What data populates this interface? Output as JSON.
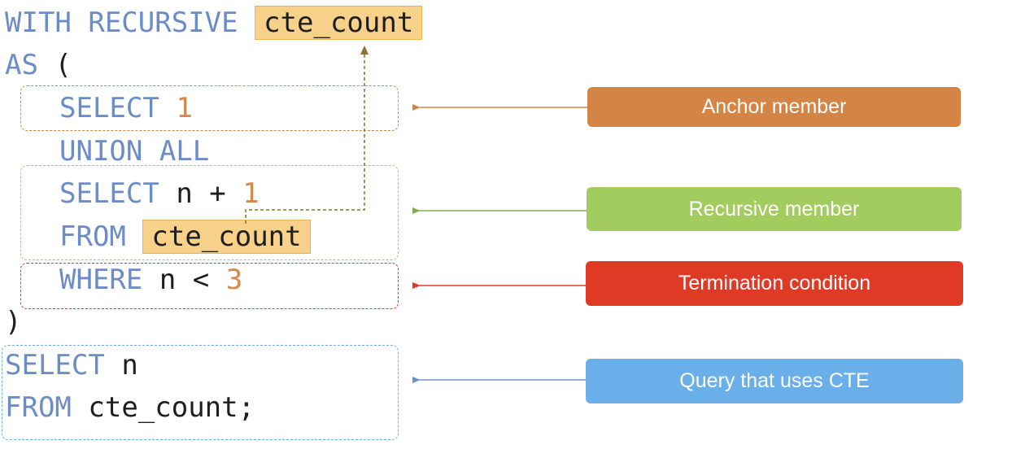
{
  "code": {
    "line1": {
      "kw": "WITH RECURSIVE",
      "name": "cte_count"
    },
    "line2": {
      "kw": "AS",
      "paren": "("
    },
    "line3": {
      "kw": "SELECT",
      "num": "1"
    },
    "line4": {
      "kw": "UNION ALL"
    },
    "line5": {
      "kw": "SELECT",
      "expr": "n +",
      "num": "1"
    },
    "line6": {
      "kw": "FROM",
      "name": "cte_count"
    },
    "line7": {
      "kw": "WHERE",
      "expr": "n <",
      "num": "3"
    },
    "line8": {
      "paren": ")"
    },
    "line9": {
      "kw": "SELECT",
      "expr": "n"
    },
    "line10": {
      "kw": "FROM",
      "expr": "cte_count;"
    }
  },
  "labels": {
    "anchor": "Anchor member",
    "recursive": "Recursive member",
    "termination": "Termination condition",
    "query": "Query that uses CTE"
  },
  "colors": {
    "keyword": "#6b8cc7",
    "number": "#d6884a",
    "highlight": "#f7d08a",
    "anchor": "#d48444",
    "recursive": "#a2cc5e",
    "termination": "#de3a26",
    "query": "#6aaeea"
  }
}
